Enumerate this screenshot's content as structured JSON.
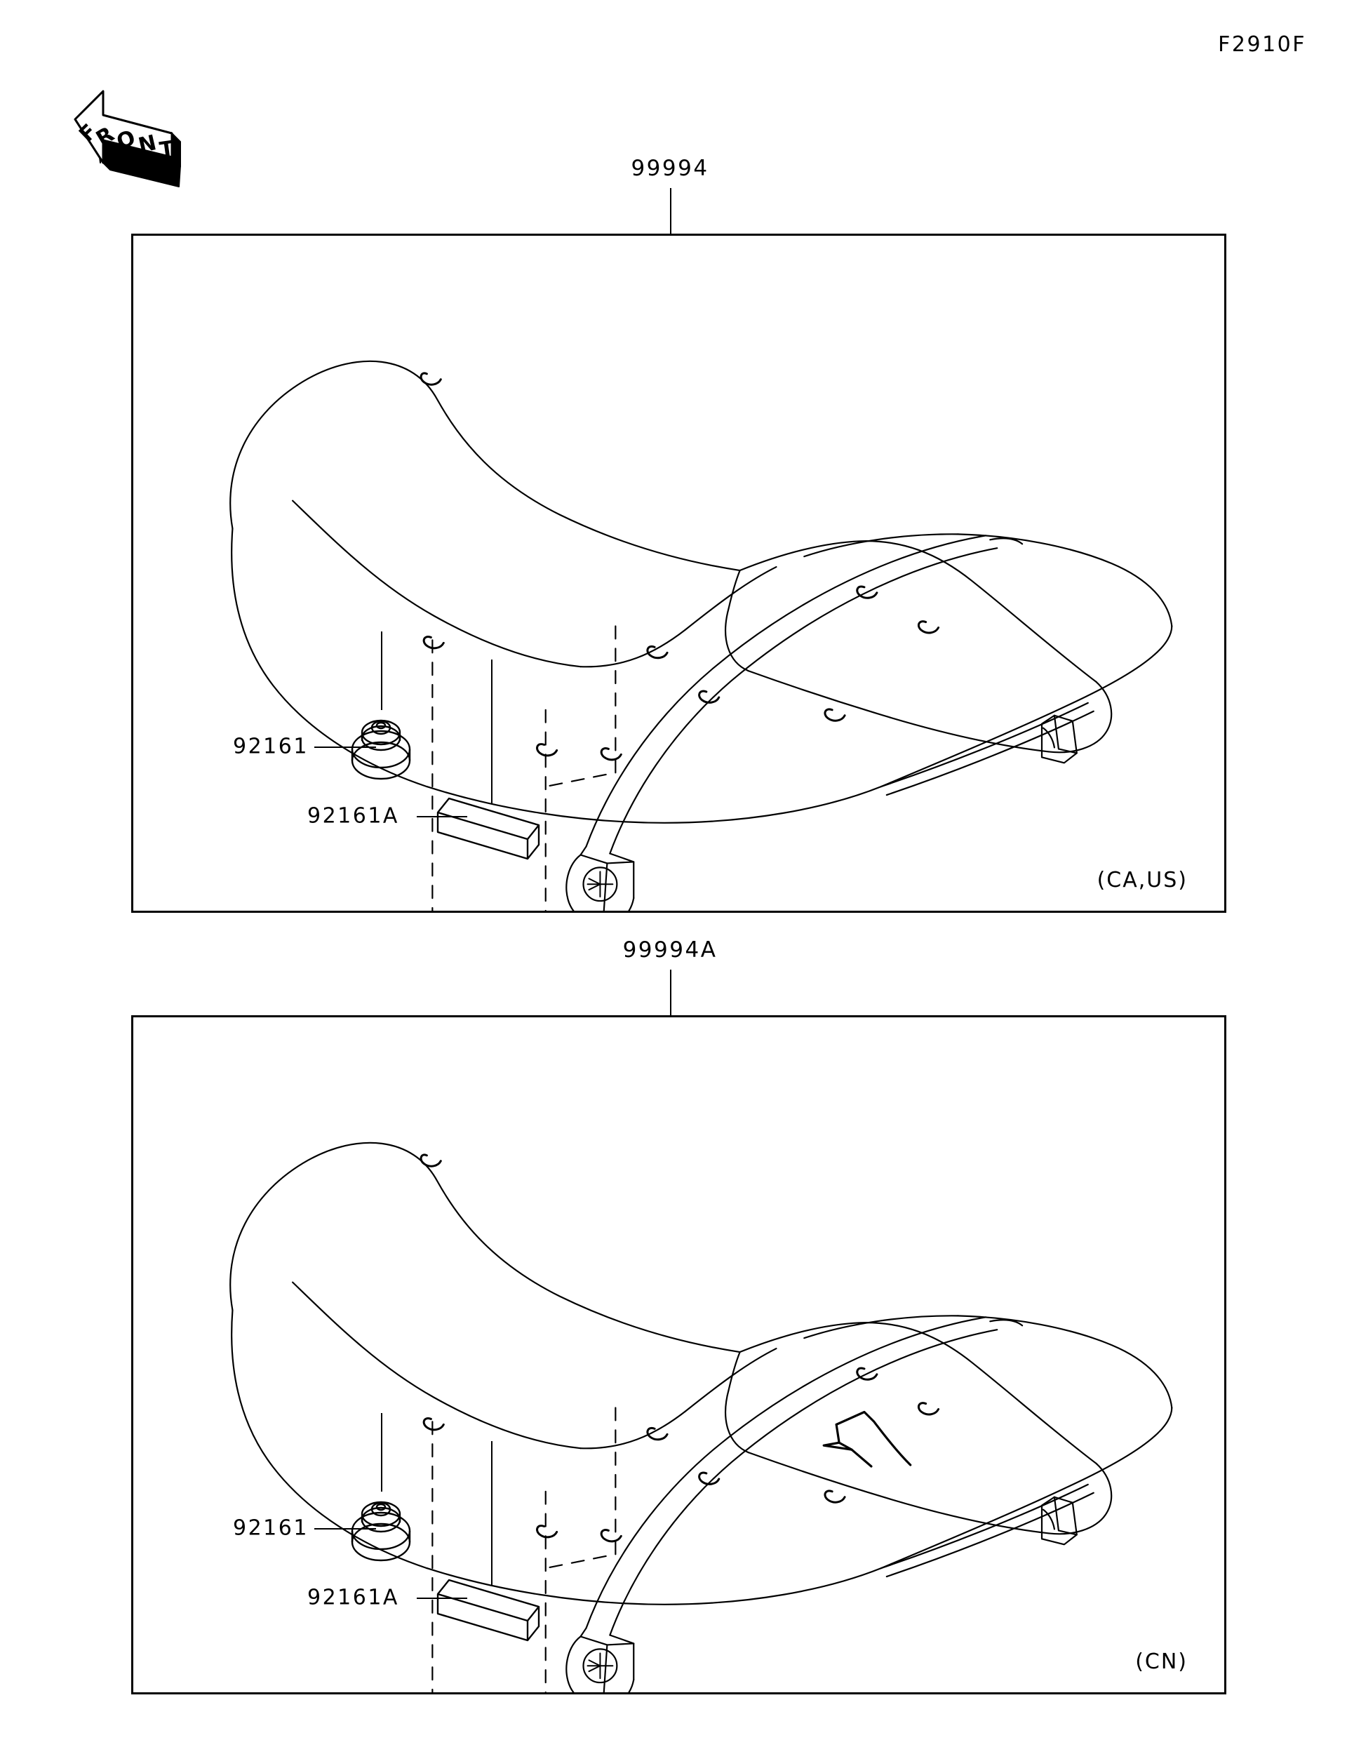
{
  "page": {
    "code": "F2910F",
    "front_marker": {
      "label": "FRONT",
      "icon": "front-arrow-badge"
    }
  },
  "figures": [
    {
      "id": "upper",
      "title": "99994",
      "region": "(CA,US)",
      "callouts": [
        {
          "id": "damper-round",
          "label": "92161",
          "icon": "round-damper"
        },
        {
          "id": "damper-bar",
          "label": "92161A",
          "icon": "bar-damper"
        }
      ]
    },
    {
      "id": "lower",
      "title": "99994A",
      "region": "(CN)",
      "callouts": [
        {
          "id": "damper-round",
          "label": "92161",
          "icon": "round-damper"
        },
        {
          "id": "damper-bar",
          "label": "92161A",
          "icon": "bar-damper"
        }
      ]
    }
  ],
  "colors": {
    "line": "#000000",
    "background": "#ffffff"
  }
}
